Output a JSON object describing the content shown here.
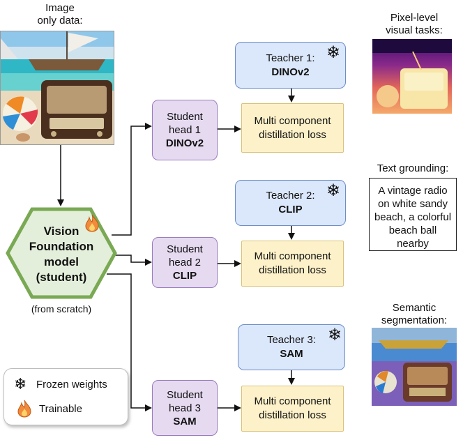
{
  "input_label_line1": "Image",
  "input_label_line2": "only data:",
  "student_model": {
    "line1": "Vision",
    "line2": "Foundation",
    "line3": "model",
    "line4": "(student)",
    "note": "(from scratch)"
  },
  "teachers": [
    {
      "line1": "Teacher 1:",
      "line2": "DINOv2"
    },
    {
      "line1": "Teacher 2:",
      "line2": "CLIP"
    },
    {
      "line1": "Teacher 3:",
      "line2": "SAM"
    }
  ],
  "students": [
    {
      "line1": "Student",
      "line2": "head 1",
      "line3": "DINOv2"
    },
    {
      "line1": "Student",
      "line2": "head 2",
      "line3": "CLIP"
    },
    {
      "line1": "Student",
      "line2": "head 3",
      "line3": "SAM"
    }
  ],
  "losses": [
    {
      "line1": "Multi component",
      "line2": "distillation loss"
    },
    {
      "line1": "Multi component",
      "line2": "distillation loss"
    },
    {
      "line1": "Multi component",
      "line2": "distillation loss"
    }
  ],
  "outputs": {
    "pixel_line1": "Pixel-level",
    "pixel_line2": "visual tasks:",
    "text_title": "Text grounding:",
    "text_caption": [
      "A vintage radio",
      "on white sandy",
      "beach, a colorful",
      "beach ball",
      "nearby"
    ],
    "seg_line1": "Semantic",
    "seg_line2": "segmentation:"
  },
  "legend": {
    "frozen": "Frozen weights",
    "trainable": "Trainable"
  },
  "colors": {
    "teacher_fill": "#dbe7fa",
    "student_fill": "#e6daf1",
    "loss_fill": "#fdf1c9",
    "hexagon_fill": "#e3efda",
    "hexagon_border": "#7aa954"
  }
}
